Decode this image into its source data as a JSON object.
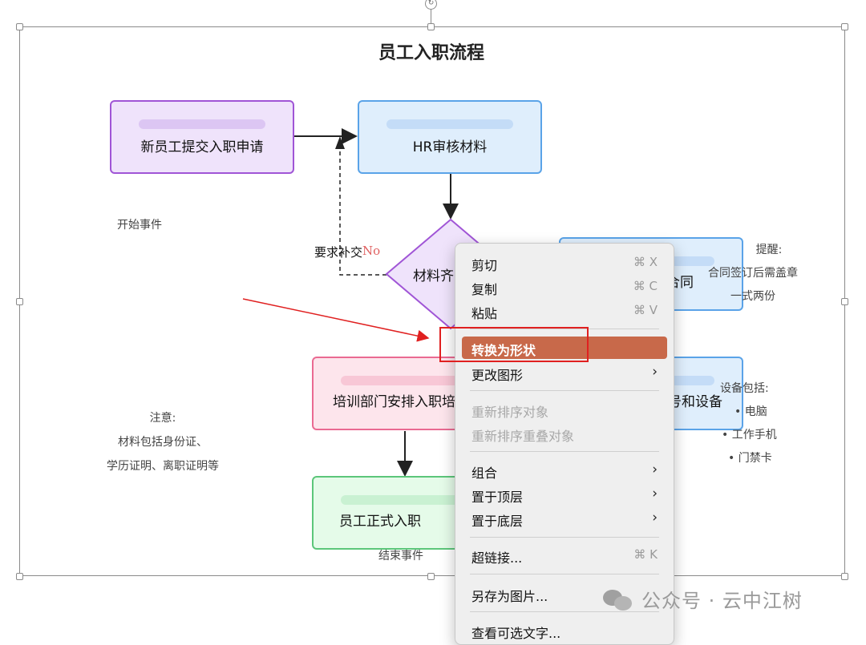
{
  "diagram": {
    "title": "员工入职流程",
    "nodes": {
      "submit": "新员工提交入职申请",
      "hr_review": "HR审核材料",
      "decision": "材料齐",
      "sign_contract": "合同",
      "training": "培训部门安排入职培",
      "account": "号和设备",
      "onboard": "员工正式入职"
    },
    "labels": {
      "start_event": "开始事件",
      "end_event": "结束事件",
      "request_more": "要求补交",
      "no": "No"
    },
    "notes": {
      "attention_title": "注意:",
      "attention_line1": "材料包括身份证、",
      "attention_line2": "学历证明、离职证明等",
      "reminder_title": "提醒:",
      "reminder_line1": "合同签订后需盖章",
      "reminder_line2": "一式两份",
      "equipment_title": "设备包括:",
      "equipment_item1": "• 电脑",
      "equipment_item2": "• 工作手机",
      "equipment_item3": "• 门禁卡"
    }
  },
  "context_menu": {
    "cut": {
      "label": "剪切",
      "shortcut": "⌘ X"
    },
    "copy": {
      "label": "复制",
      "shortcut": "⌘ C"
    },
    "paste": {
      "label": "粘贴",
      "shortcut": "⌘ V"
    },
    "convert_to_shape": {
      "label": "转换为形状"
    },
    "change_shape": {
      "label": "更改图形"
    },
    "reorder_objects": {
      "label": "重新排序对象"
    },
    "reorder_overlap": {
      "label": "重新排序重叠对象"
    },
    "group": {
      "label": "组合"
    },
    "bring_to_front": {
      "label": "置于顶层"
    },
    "send_to_back": {
      "label": "置于底层"
    },
    "hyperlink": {
      "label": "超链接...",
      "shortcut": "⌘ K"
    },
    "save_as_image": {
      "label": "另存为图片..."
    },
    "view_alt_text": {
      "label": "查看可选文字..."
    }
  },
  "watermark": {
    "text": "公众号 · 云中江树"
  },
  "colors": {
    "highlight": "#c8694a",
    "annotation_red": "#e02020"
  }
}
